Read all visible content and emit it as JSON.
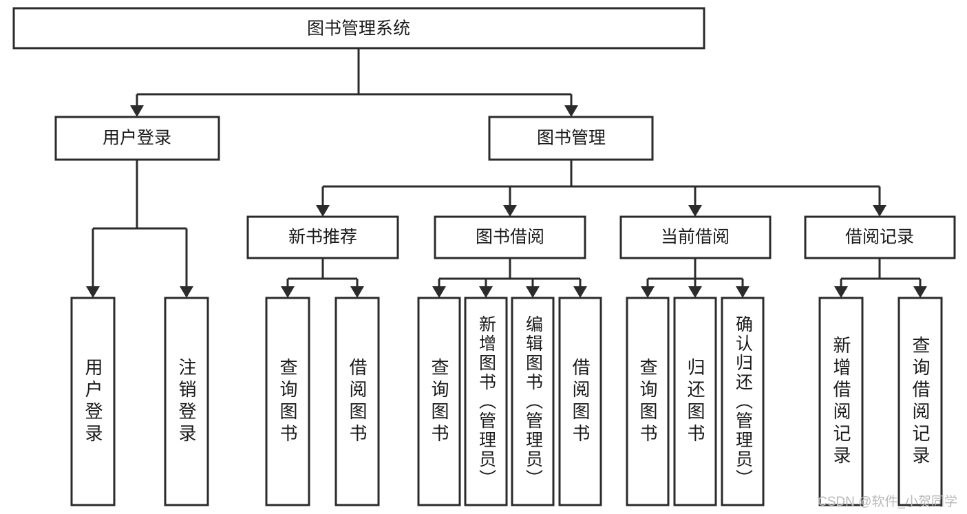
{
  "diagram": {
    "type": "tree-hierarchy-chart",
    "title": "图书管理系统",
    "stroke_color": "#2b2b2b",
    "fill_color": "#ffffff",
    "background": "#ffffff",
    "levels": [
      {
        "level": 1,
        "nodes": [
          {
            "id": "root",
            "label": "图书管理系统",
            "orientation": "horizontal"
          }
        ]
      },
      {
        "level": 2,
        "nodes": [
          {
            "id": "login",
            "label": "用户登录",
            "orientation": "horizontal",
            "parent": "root"
          },
          {
            "id": "bookmgmt",
            "label": "图书管理",
            "orientation": "horizontal",
            "parent": "root"
          }
        ]
      },
      {
        "level": 3,
        "nodes": [
          {
            "id": "newbook",
            "label": "新书推荐",
            "orientation": "horizontal",
            "parent": "bookmgmt"
          },
          {
            "id": "borrow",
            "label": "图书借阅",
            "orientation": "horizontal",
            "parent": "bookmgmt"
          },
          {
            "id": "current",
            "label": "当前借阅",
            "orientation": "horizontal",
            "parent": "bookmgmt"
          },
          {
            "id": "records",
            "label": "借阅记录",
            "orientation": "horizontal",
            "parent": "bookmgmt"
          }
        ]
      },
      {
        "level": 4,
        "nodes": [
          {
            "id": "leaf-01",
            "label": "用户登录",
            "orientation": "vertical",
            "parent": "login"
          },
          {
            "id": "leaf-02",
            "label": "注销登录",
            "orientation": "vertical",
            "parent": "login"
          },
          {
            "id": "leaf-03",
            "label": "查询图书",
            "orientation": "vertical",
            "parent": "newbook"
          },
          {
            "id": "leaf-04",
            "label": "借阅图书",
            "orientation": "vertical",
            "parent": "newbook"
          },
          {
            "id": "leaf-05",
            "label": "查询图书",
            "orientation": "vertical",
            "parent": "borrow"
          },
          {
            "id": "leaf-06",
            "label": "新增图书（管理员）",
            "orientation": "vertical",
            "parent": "borrow"
          },
          {
            "id": "leaf-07",
            "label": "编辑图书（管理员）",
            "orientation": "vertical",
            "parent": "borrow"
          },
          {
            "id": "leaf-08",
            "label": "借阅图书",
            "orientation": "vertical",
            "parent": "borrow"
          },
          {
            "id": "leaf-09",
            "label": "查询图书",
            "orientation": "vertical",
            "parent": "current"
          },
          {
            "id": "leaf-10",
            "label": "归还图书",
            "orientation": "vertical",
            "parent": "current"
          },
          {
            "id": "leaf-11",
            "label": "确认归还（管理员）",
            "orientation": "vertical",
            "parent": "current"
          },
          {
            "id": "leaf-12",
            "label": "新增借阅记录",
            "orientation": "vertical",
            "parent": "records"
          },
          {
            "id": "leaf-13",
            "label": "查询借阅记录",
            "orientation": "vertical",
            "parent": "records"
          }
        ]
      }
    ]
  },
  "watermark": {
    "text": "CSDN @软件_小贺同学"
  }
}
